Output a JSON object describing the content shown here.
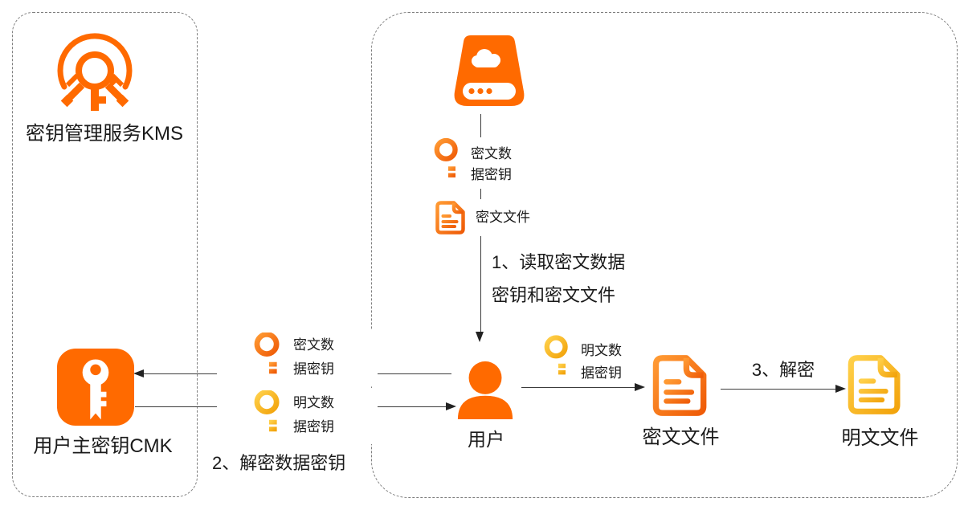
{
  "kms_panel": {
    "title": "密钥管理服务KMS",
    "cmk_label": "用户主密钥CMK"
  },
  "flow_panel": {
    "storage_key_l1": "密文数",
    "storage_key_l2": "据密钥",
    "storage_file_label": "密文文件",
    "step1_l1": "1、读取密文数据",
    "step1_l2": "密钥和密文文件",
    "user_label": "用户",
    "plain_key_l1": "明文数",
    "plain_key_l2": "据密钥",
    "cipher_file_label": "密文文件",
    "step3_label": "3、解密",
    "plain_file_label": "明文文件"
  },
  "exchange": {
    "cipher_key_l1": "密文数",
    "cipher_key_l2": "据密钥",
    "plain_key_l1": "明文数",
    "plain_key_l2": "据密钥",
    "step2_label": "2、解密数据密钥"
  },
  "colors": {
    "primary_orange": "#FF6A00",
    "key_orange_light": "#FF9A33",
    "key_orange_dark": "#EF5B07",
    "gold_light": "#FFD04A",
    "gold_dark": "#F2A30B",
    "line_color": "#3c3c3c",
    "border_gray": "#7f7f7f",
    "text_color": "#1a1a1a"
  },
  "icons": {
    "kms": "kms-service-icon",
    "cmk": "master-key-icon",
    "storage": "cloud-storage-icon",
    "key": "key-icon",
    "document": "document-icon",
    "user": "user-icon"
  }
}
